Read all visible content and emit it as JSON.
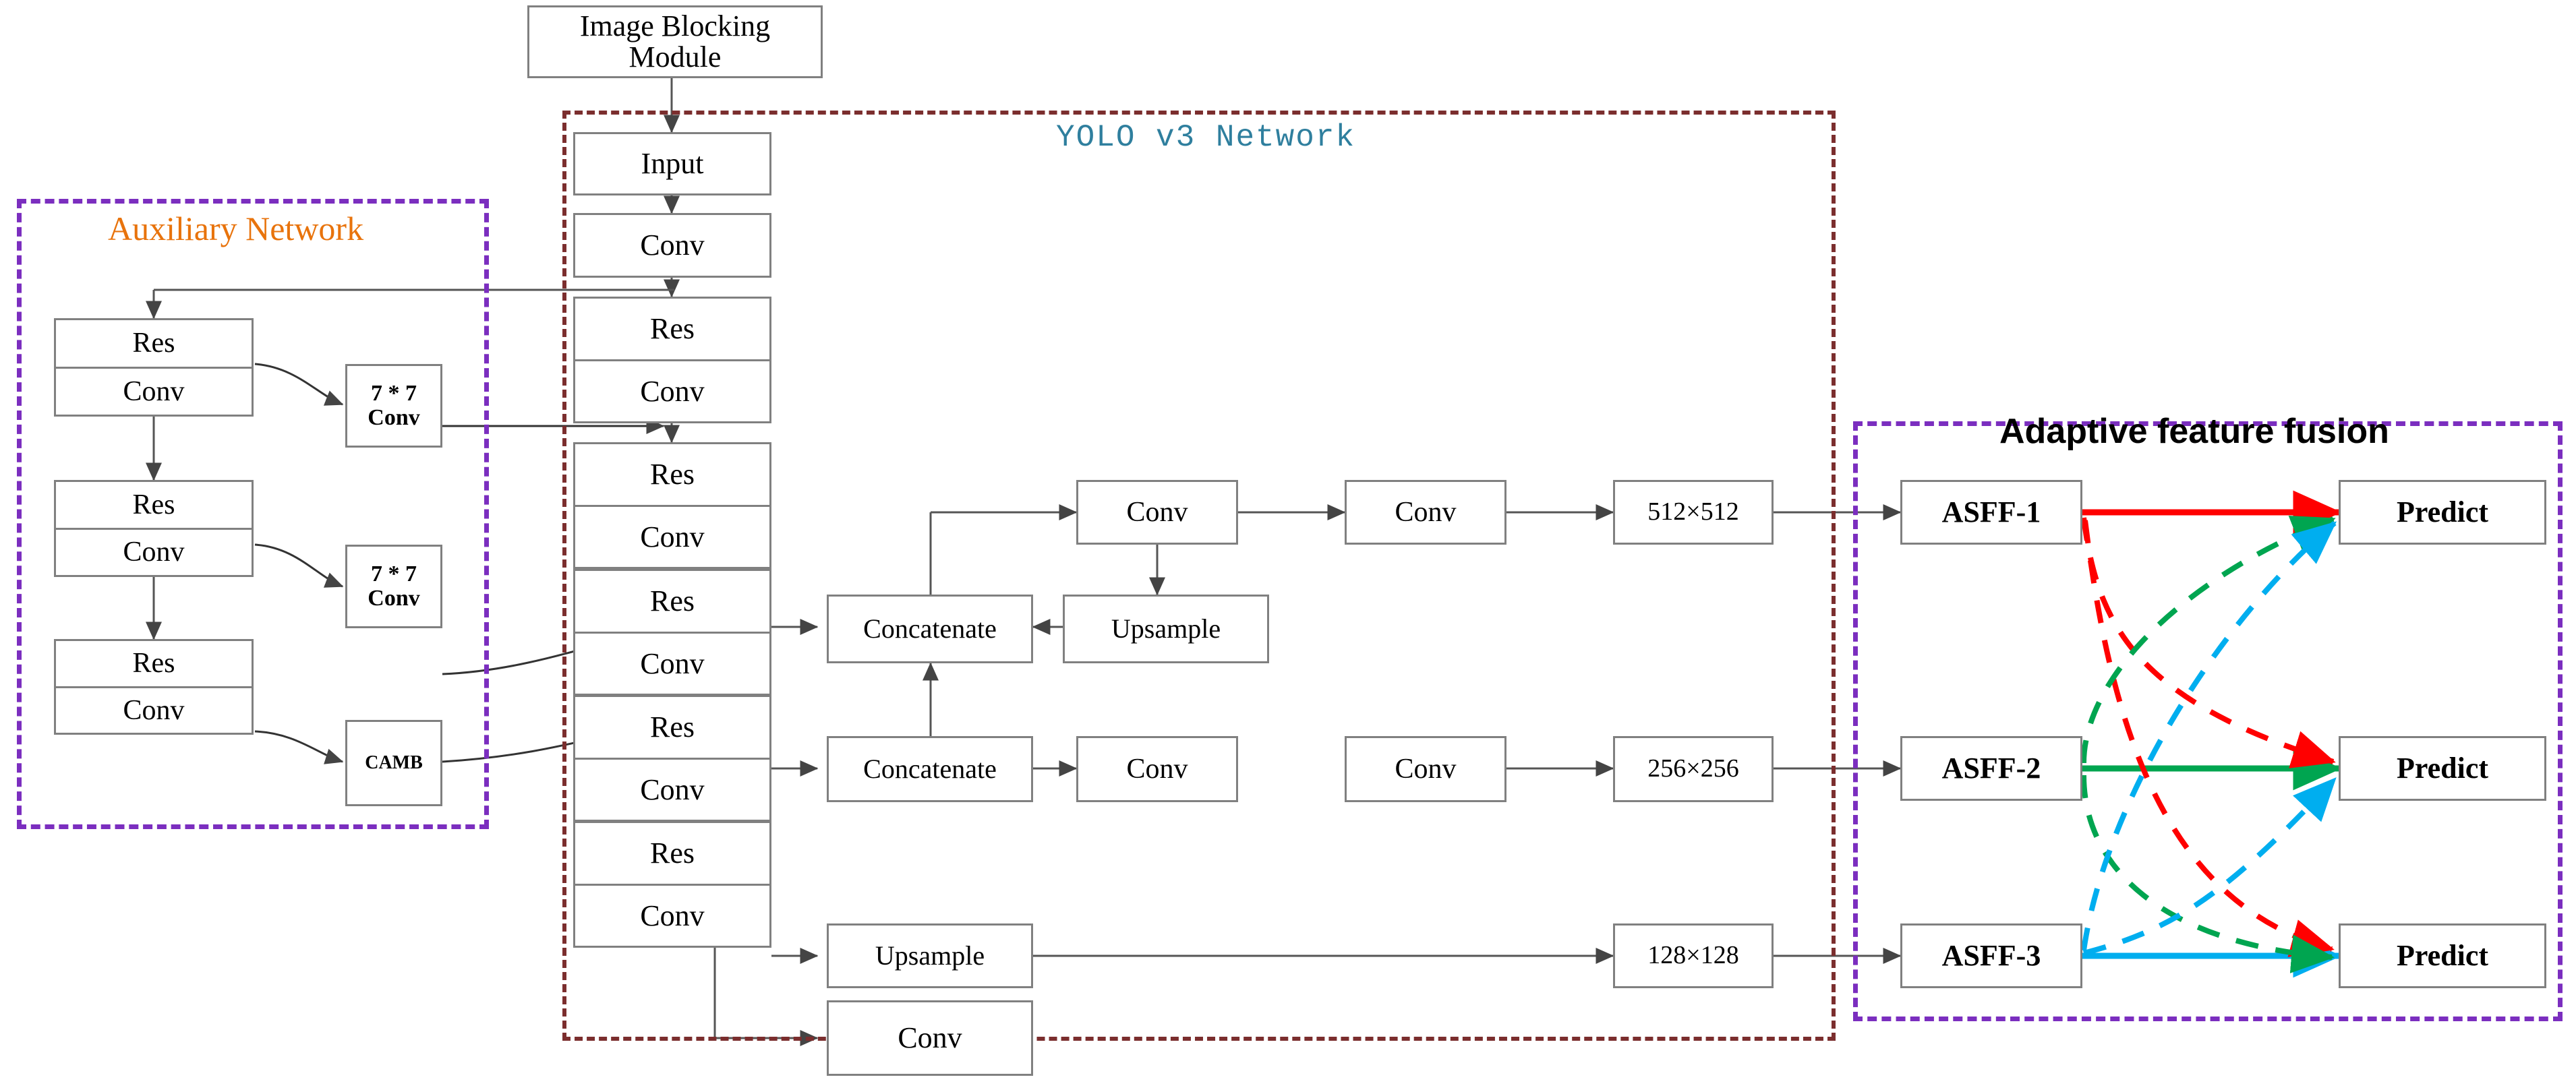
{
  "diagram": {
    "title": "YOLO v3 network with auxiliary network and adaptive feature fusion",
    "groups": {
      "yolo": {
        "label": "YOLO v3 Network",
        "border_color": "#7B2E2E",
        "text_color": "#2F7F9E"
      },
      "auxiliary": {
        "label": "Auxiliary Network",
        "border_color": "#7B2EBF",
        "text_color": "#E8730C"
      },
      "fusion": {
        "label": "Adaptive feature fusion",
        "border_color": "#7B2EBF",
        "text_color": "#000000"
      }
    },
    "preprocess": {
      "image_blocking": "Image Blocking Module"
    },
    "backbone": {
      "input": "Input",
      "conv": "Conv",
      "blocks": [
        {
          "top": "Res",
          "bottom": "Conv"
        },
        {
          "top": "Res",
          "bottom": "Conv"
        },
        {
          "top": "Res",
          "bottom": "Conv"
        },
        {
          "top": "Res",
          "bottom": "Conv"
        },
        {
          "top": "Res",
          "bottom": "Conv"
        }
      ]
    },
    "auxiliary_blocks": [
      {
        "top": "Res",
        "bottom": "Conv"
      },
      {
        "top": "Res",
        "bottom": "Conv"
      },
      {
        "top": "Res",
        "bottom": "Conv"
      }
    ],
    "auxiliary_ops": [
      {
        "line1": "7 * 7",
        "line2": "Conv"
      },
      {
        "line1": "7 * 7",
        "line2": "Conv"
      },
      {
        "line1": "CAMB",
        "line2": ""
      }
    ],
    "neck": {
      "concat_top": "Concatenate",
      "concat_mid": "Concatenate",
      "upsample_top": "Upsample",
      "upsample_bottom": "Upsample",
      "conv_top_a": "Conv",
      "conv_top_b": "Conv",
      "conv_mid_a": "Conv",
      "conv_mid_b": "Conv",
      "conv_bottom": "Conv"
    },
    "scales": [
      {
        "size": "512×512",
        "asff": "ASFF-1",
        "predict": "Predict",
        "color": "#FF0000"
      },
      {
        "size": "256×256",
        "asff": "ASFF-2",
        "predict": "Predict",
        "color": "#00A550"
      },
      {
        "size": "128×128",
        "asff": "ASFF-3",
        "predict": "Predict",
        "color": "#00AEEF"
      }
    ]
  }
}
